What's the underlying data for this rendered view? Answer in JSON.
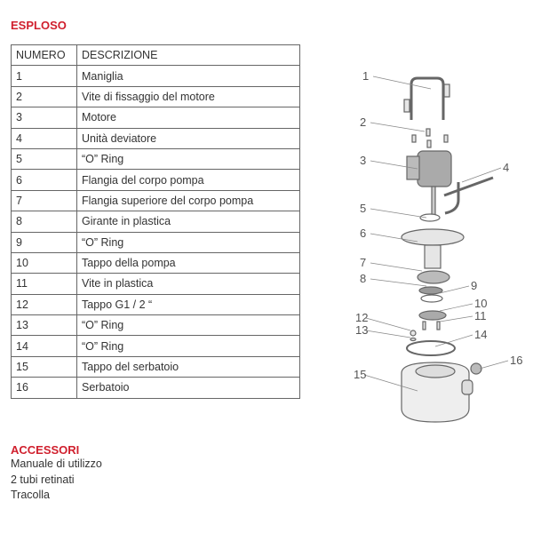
{
  "section_title": "ESPLOSO",
  "table": {
    "headers": [
      "NUMERO",
      "DESCRIZIONE"
    ],
    "rows": [
      [
        "1",
        "Maniglia"
      ],
      [
        "2",
        "Vite di fissaggio del motore"
      ],
      [
        "3",
        "Motore"
      ],
      [
        "4",
        "Unità deviatore"
      ],
      [
        "5",
        "“O” Ring"
      ],
      [
        "6",
        "Flangia del corpo  pompa"
      ],
      [
        "7",
        "Flangia superiore del corpo pompa"
      ],
      [
        "8",
        "Girante in plastica"
      ],
      [
        "9",
        "“O” Ring"
      ],
      [
        "10",
        "Tappo della pompa"
      ],
      [
        "11",
        "Vite in plastica"
      ],
      [
        "12",
        "Tappo G1 / 2 “"
      ],
      [
        "13",
        "“O” Ring"
      ],
      [
        "14",
        "“O” Ring"
      ],
      [
        "15",
        "Tappo del serbatoio"
      ],
      [
        "16",
        "Serbatoio"
      ]
    ]
  },
  "diagram": {
    "callouts": [
      "1",
      "2",
      "3",
      "4",
      "5",
      "6",
      "7",
      "8",
      "9",
      "10",
      "11",
      "12",
      "13",
      "14",
      "15",
      "16"
    ]
  },
  "accessories": {
    "title": "ACCESSORI",
    "items": [
      "Manuale di utilizzo",
      "2 tubi retinati",
      "Tracolla"
    ]
  }
}
